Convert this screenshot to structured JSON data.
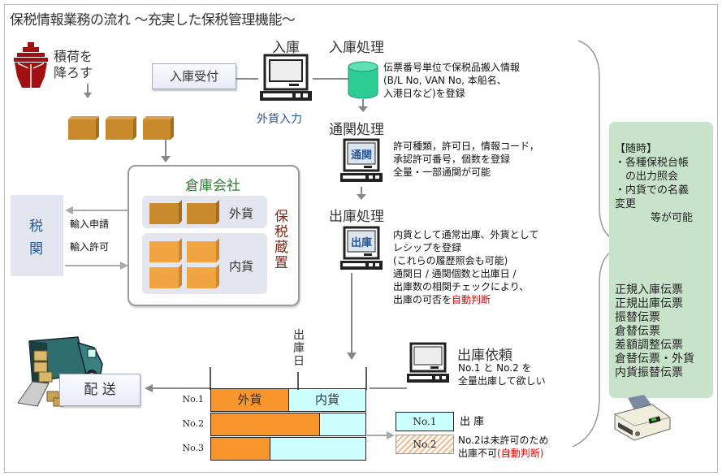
{
  "title": "保税情報業務の流れ ～充実した保税管理機能～",
  "ship": {
    "label_line1": "積荷を",
    "label_line2": "降ろす"
  },
  "receiving": {
    "button_label": "入庫受付",
    "terminal_label": "入庫",
    "terminal_caption": "外貨入力"
  },
  "processes": [
    {
      "heading": "入庫処理",
      "lines": [
        "伝票番号単位で保税品搬入情報",
        "(B/L No, VAN No, 本船名、",
        " 入港日など)を登録"
      ]
    },
    {
      "heading": "通関処理",
      "screen_text": "通関",
      "lines": [
        "許可種類，許可日，情報コード，",
        "承認許可番号，個数を登録",
        "全量・一部通関が可能"
      ]
    },
    {
      "heading": "出庫処理",
      "screen_text": "出庫",
      "lines": [
        "内貨として通常出庫、外貨として",
        "レシップを登録",
        "(これらの履歴照会も可能)",
        "通関日 / 通関個数と出庫日 /",
        "出庫数の相関チェックにより、"
      ],
      "last_line_prefix": "出庫の可否を",
      "last_line_highlight": "自動判断"
    }
  ],
  "warehouse": {
    "title": "倉庫会社",
    "foreign_label": "外貨",
    "domestic_label": "内貨",
    "bonded_label": "保税蔵置"
  },
  "customs": {
    "label": "税関",
    "request_label": "輸入申請",
    "permit_label": "輸入許可"
  },
  "side_panel": {
    "header": "【随時】",
    "items": [
      "・各種保税台帳",
      "　の出力照会",
      "・内貨での名義",
      "変更"
    ],
    "footer": "等が可能",
    "slips": [
      "正規入庫伝票",
      "正規出庫伝票",
      "振替伝票",
      "倉替伝票",
      "差額調整伝票",
      "倉替伝票・外貨",
      "内貨振替伝票"
    ]
  },
  "delivery": {
    "label": "配 送"
  },
  "shipment_table": {
    "date_label": "出庫日",
    "header_foreign": "外貨",
    "header_domestic": "内貨",
    "rows": [
      {
        "label": "No.1",
        "foreign_share": 0.5
      },
      {
        "label": "No.2",
        "foreign_share": 0.7
      },
      {
        "label": "No.3",
        "foreign_share": 0.38
      }
    ]
  },
  "shipment_request": {
    "heading": "出庫依頼",
    "line1": "No.1 と No.2 を",
    "line2": "全量出庫して欲しい"
  },
  "result": {
    "ok_label": "No.1",
    "ok_text": "出 庫",
    "ng_label": "No.2",
    "ng_text_line1": "No.2は未許可のため",
    "ng_text_prefix": "出庫不可",
    "ng_text_highlight": "(自動判断)"
  },
  "colors": {
    "foreign": "#f7962d",
    "domestic": "#ccffff",
    "db": "#2ecc95",
    "ship": "#a01010",
    "panel": "#c8e3c9",
    "customs": "#e2e6ee",
    "box": "#c98a2c"
  }
}
